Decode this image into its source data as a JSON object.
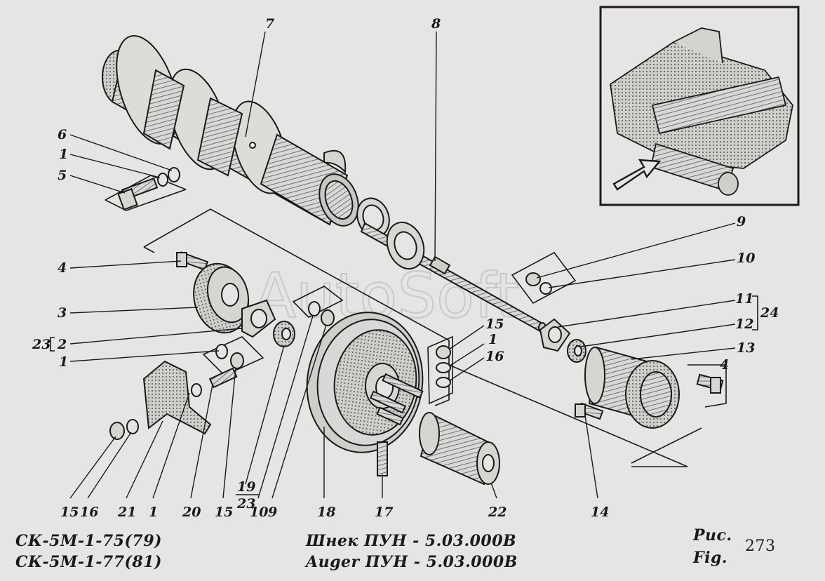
{
  "watermark": "AutoSoft",
  "captions": {
    "model_line1": "СК-5М-1-75(79)",
    "model_line2": "СК-5М-1-77(81)",
    "title_ru": "Шнек ПУН - 5.03.000В",
    "title_en": "Auger ПУН - 5.03.000В",
    "fig_ru": "Рис.",
    "fig_en": "Fig.",
    "fig_number": "273"
  },
  "callouts": {
    "c7": "7",
    "c8": "8",
    "c6": "6",
    "c1a": "1",
    "c5": "5",
    "c9a": "9",
    "c10a": "10",
    "c11": "11",
    "c12": "12",
    "c24": "24",
    "c13": "13",
    "c4a": "4",
    "c4b": "4",
    "c3": "3",
    "c23a": "23",
    "c2": "2",
    "c1b": "1",
    "c15a": "15",
    "c1c": "1",
    "c16a": "16",
    "b15": "15",
    "b16": "16",
    "b21": "21",
    "b1": "1",
    "b20": "20",
    "b15b": "15",
    "b19": "19",
    "b23": "23",
    "b10": "10",
    "b9": "9",
    "b18": "18",
    "b17": "17",
    "b22": "22",
    "b14": "14"
  }
}
